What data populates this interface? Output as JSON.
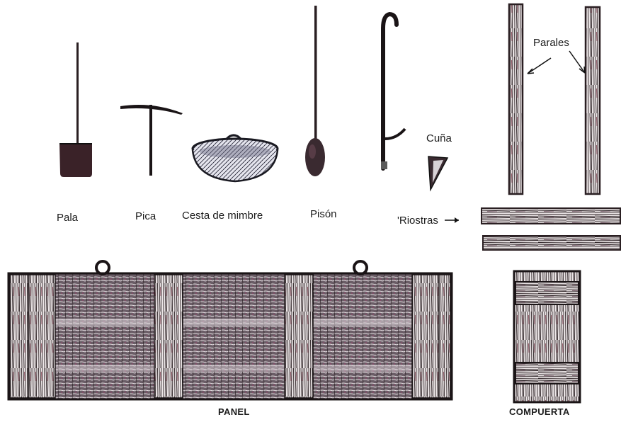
{
  "labels": {
    "pala": "Pala",
    "pica": "Pica",
    "cesta": "Cesta de mimbre",
    "pison": "Pisón",
    "cuna": "Cuña",
    "parales": "Parales",
    "riostras": "'Riostras",
    "panel": "PANEL",
    "compuerta": "COMPUERTA"
  },
  "colors": {
    "ink": "#1a1a1a",
    "wood_dark": "#3a2a2e",
    "wood_light": "#e9e2e2",
    "tint_red": "#8a4a5a",
    "tint_blue": "#5a6a9a"
  }
}
